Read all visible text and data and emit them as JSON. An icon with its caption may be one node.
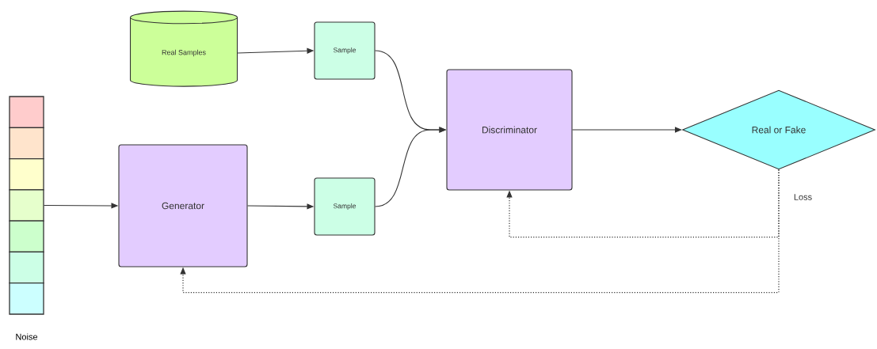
{
  "diagram": {
    "nodes": [
      {
        "text": [
          "Noise"
        ]
      },
      {
        "text": [
          "Real Samples"
        ]
      },
      {
        "text": [
          "Sample"
        ]
      },
      {
        "text": [
          "Generator"
        ]
      },
      {
        "text": [
          "Sample"
        ]
      },
      {
        "text": [
          "Discriminator"
        ]
      },
      {
        "text": [
          "Real or Fake"
        ]
      }
    ],
    "edges": [
      {
        "from": 0,
        "to": 3,
        "arrow": "to"
      },
      {
        "from": 1,
        "to": 2,
        "arrow": "to"
      },
      {
        "from": 3,
        "to": 4,
        "arrow": "to"
      },
      {
        "from": 2,
        "to": 5,
        "arrow": "to"
      },
      {
        "from": 4,
        "to": 5,
        "arrow": "to"
      },
      {
        "from": 5,
        "to": 6,
        "arrow": "to"
      },
      {
        "from": 6,
        "to": 5,
        "arrow": "to",
        "style": "dashed"
      },
      {
        "from": 6,
        "to": 3,
        "arrow": "to",
        "style": "dashed"
      }
    ],
    "labels": [
      "Loss"
    ]
  }
}
